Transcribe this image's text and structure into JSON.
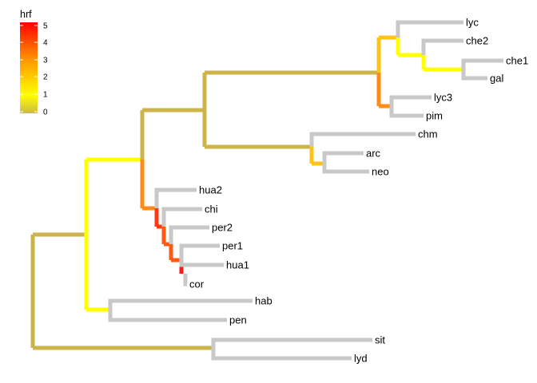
{
  "legend": {
    "title": "hrf",
    "ticks": [
      "5",
      "4",
      "3",
      "2",
      "1",
      "0"
    ],
    "gradient_colors": [
      "#cdb84a",
      "#ffff00",
      "#ffa200",
      "#ff4a00",
      "#ff0000"
    ]
  },
  "tips": [
    {
      "label": "lyc"
    },
    {
      "label": "che2"
    },
    {
      "label": "che1"
    },
    {
      "label": "gal"
    },
    {
      "label": "lyc3"
    },
    {
      "label": "pim"
    },
    {
      "label": "chm"
    },
    {
      "label": "arc"
    },
    {
      "label": "neo"
    },
    {
      "label": "hua2"
    },
    {
      "label": "chi"
    },
    {
      "label": "per2"
    },
    {
      "label": "per1"
    },
    {
      "label": "hua1"
    },
    {
      "label": "cor"
    },
    {
      "label": "hab"
    },
    {
      "label": "pen"
    },
    {
      "label": "sit"
    },
    {
      "label": "lyd"
    }
  ],
  "tip_branch_color": "#c8c8c8",
  "branch_colors": {
    "olive": "#cdb44a",
    "yellow": "#ffee22",
    "bright_yellow": "#ffff00",
    "amber": "#ffc21a",
    "orange": "#ff8c1a",
    "dark_orange": "#ff5a10",
    "red_orange": "#ff3a10",
    "red": "#ff1a1a"
  }
}
